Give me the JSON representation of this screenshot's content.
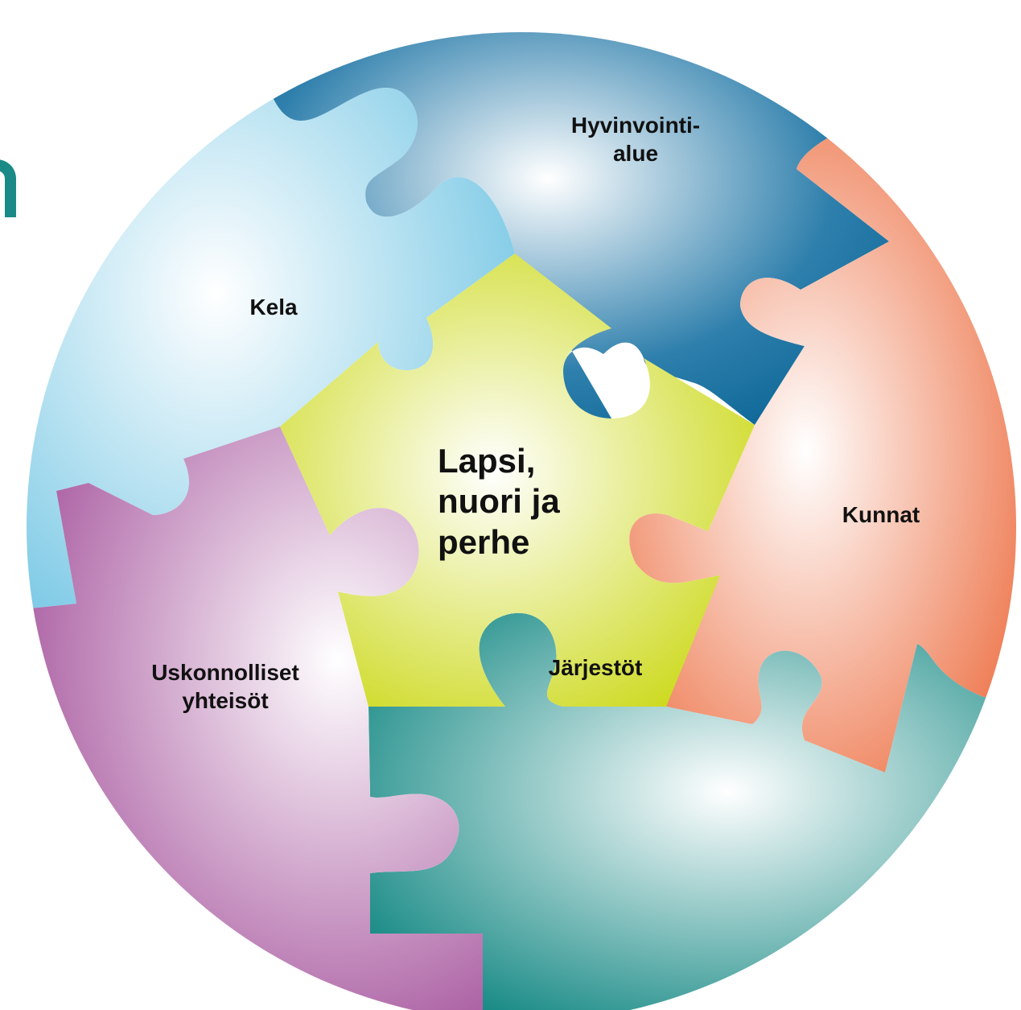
{
  "diagram": {
    "center": {
      "text": "Lapsi,\nnuori ja\nperhe",
      "color": "#ccd91a"
    },
    "pieces": [
      {
        "id": "hyvinvointialue",
        "text": "Hyvinvointi-\nalue",
        "color": "#0b6696"
      },
      {
        "id": "kunnat",
        "text": "Kunnat",
        "color": "#ec6a3c"
      },
      {
        "id": "jarjestot",
        "text": "Järjestöt",
        "color": "#0c847f"
      },
      {
        "id": "uskonnolliset",
        "text": "Uskonnolliset\nyhteisöt",
        "color": "#a3509a"
      },
      {
        "id": "kela",
        "text": "Kela",
        "color": "#7ac9e5"
      }
    ],
    "accent_color": "#1a8a86"
  }
}
